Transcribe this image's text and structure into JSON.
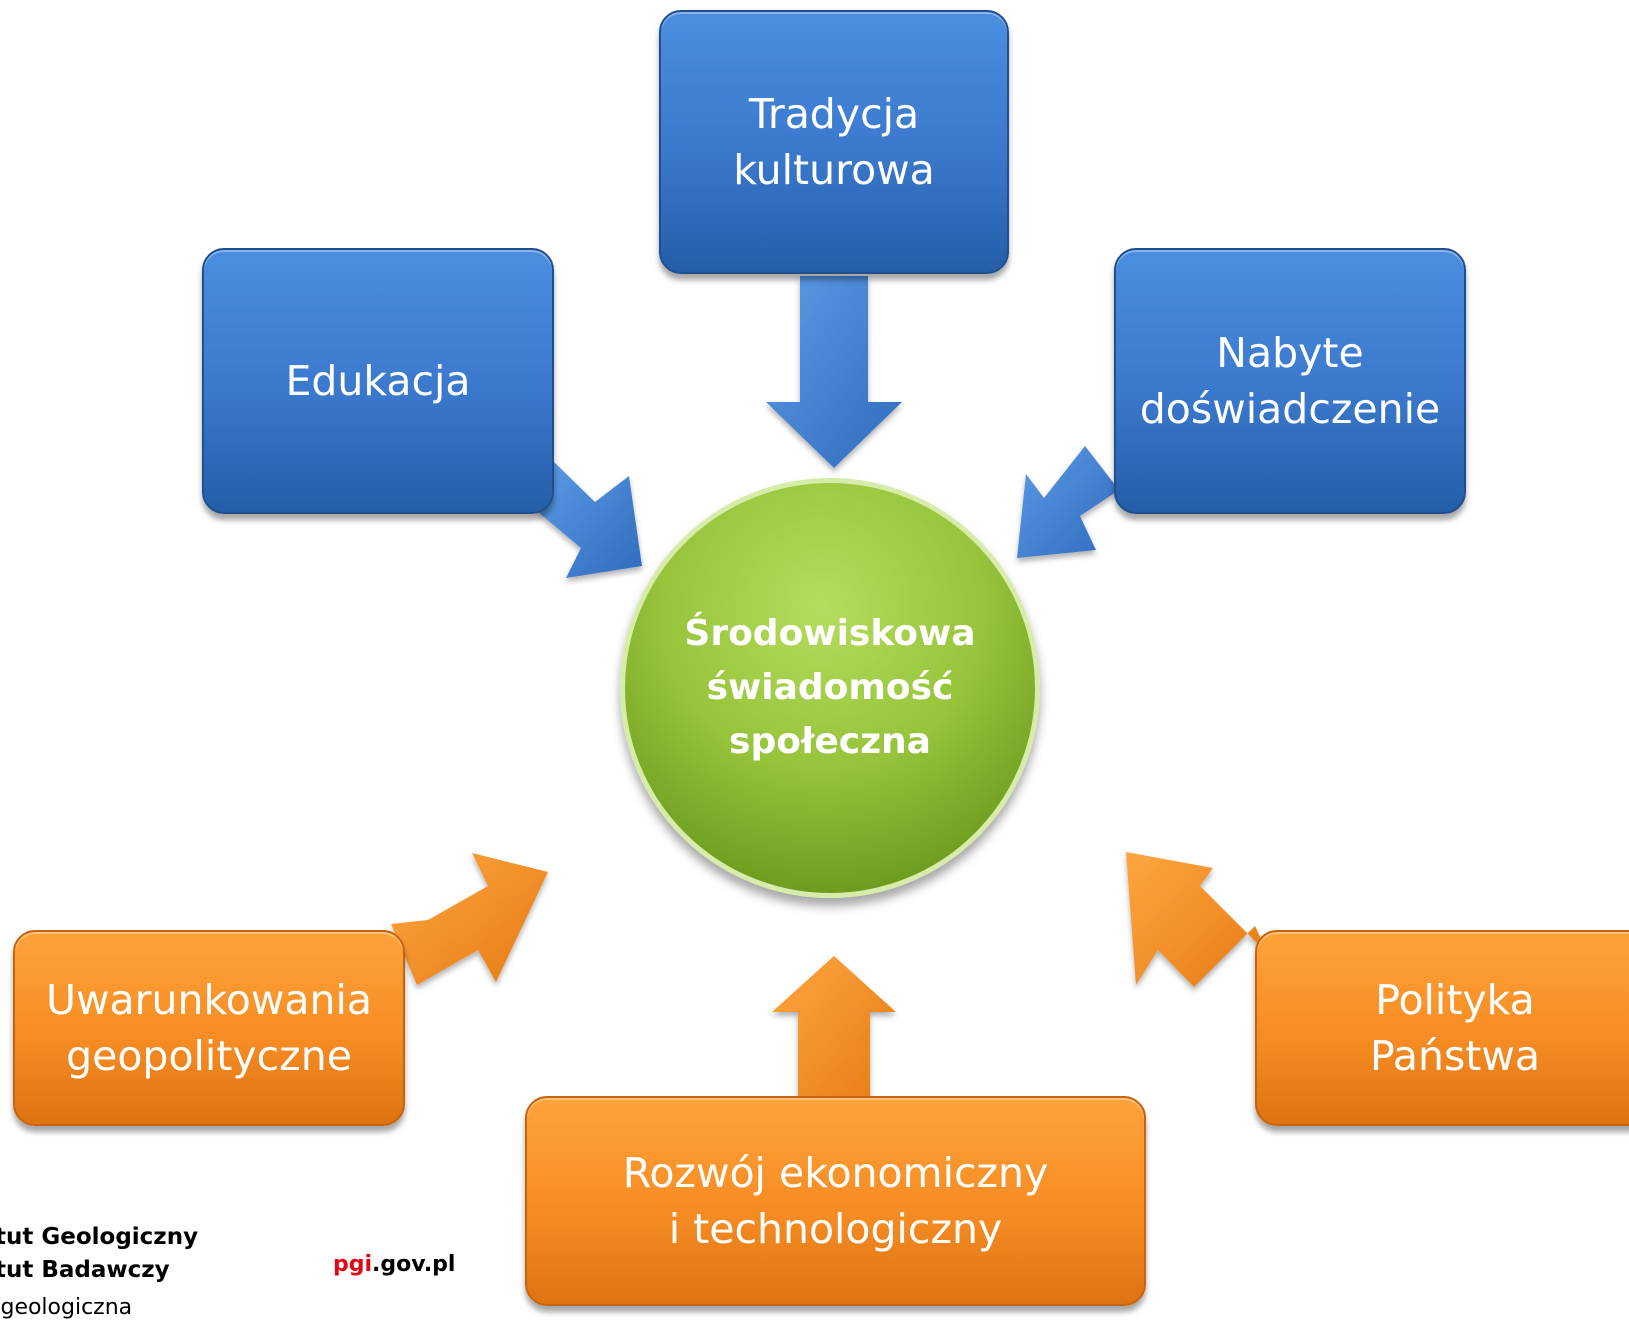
{
  "colors": {
    "blue": "#3a78cc",
    "orange": "#f68c23",
    "green": "#97c43b",
    "red": "#e30613"
  },
  "center": {
    "label": "Środowiskowa\nświadomość\nspołeczna"
  },
  "influences": [
    {
      "id": "tradycja",
      "label": "Tradycja\nkulturowa",
      "color": "blue"
    },
    {
      "id": "edukacja",
      "label": "Edukacja",
      "color": "blue"
    },
    {
      "id": "nabyte",
      "label": "Nabyte\ndoświadczenie",
      "color": "blue"
    },
    {
      "id": "uwarunkowania",
      "label": "Uwarunkowania\ngeopolityczne",
      "color": "orange"
    },
    {
      "id": "rozwoj",
      "label": "Rozwój ekonomiczny\ni technologiczny",
      "color": "orange"
    },
    {
      "id": "polityka",
      "label": "Polityka\nPaństwa",
      "color": "orange"
    }
  ],
  "footer": {
    "institute_line1": "ytut Geologiczny",
    "institute_line2": "ytut Badawczy",
    "website_red": "pgi",
    "website_rest": ".gov.pl",
    "tagline": "a geologiczna"
  }
}
